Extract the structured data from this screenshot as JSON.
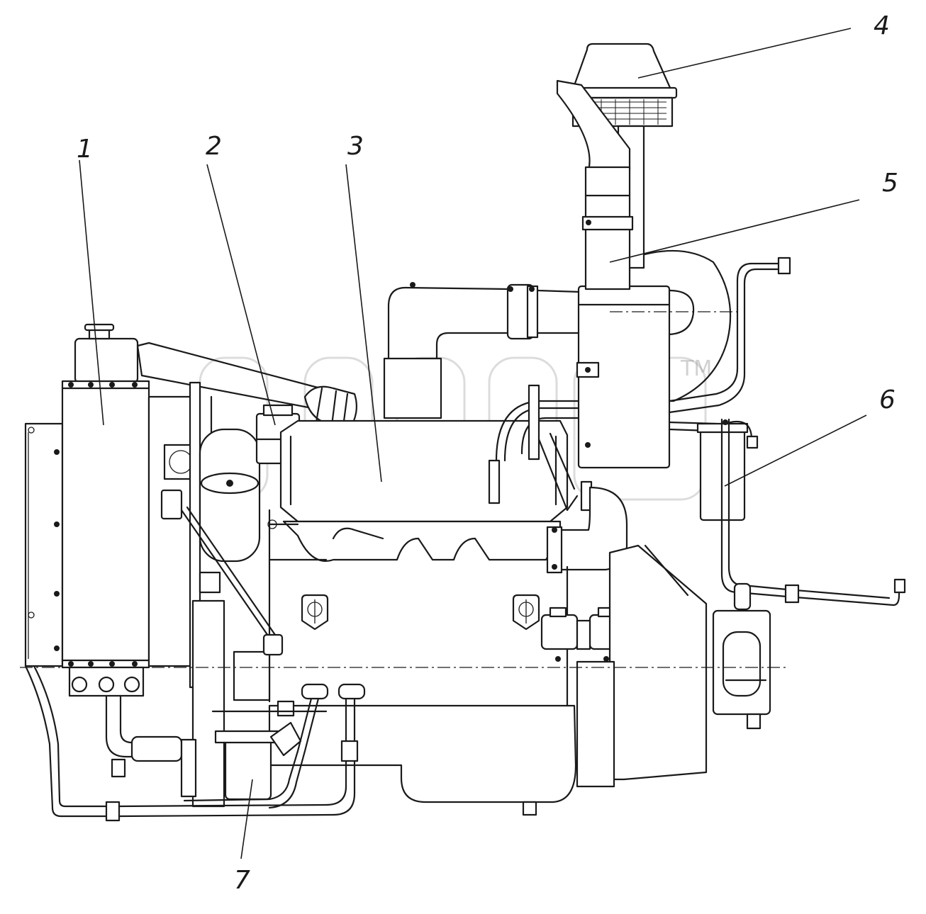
{
  "callouts": [
    {
      "id": "1",
      "label": "1"
    },
    {
      "id": "2",
      "label": "2"
    },
    {
      "id": "3",
      "label": "3"
    },
    {
      "id": "4",
      "label": "4"
    },
    {
      "id": "5",
      "label": "5"
    },
    {
      "id": "6",
      "label": "6"
    },
    {
      "id": "7",
      "label": "7"
    }
  ],
  "watermark": {
    "trademark": "TM"
  }
}
